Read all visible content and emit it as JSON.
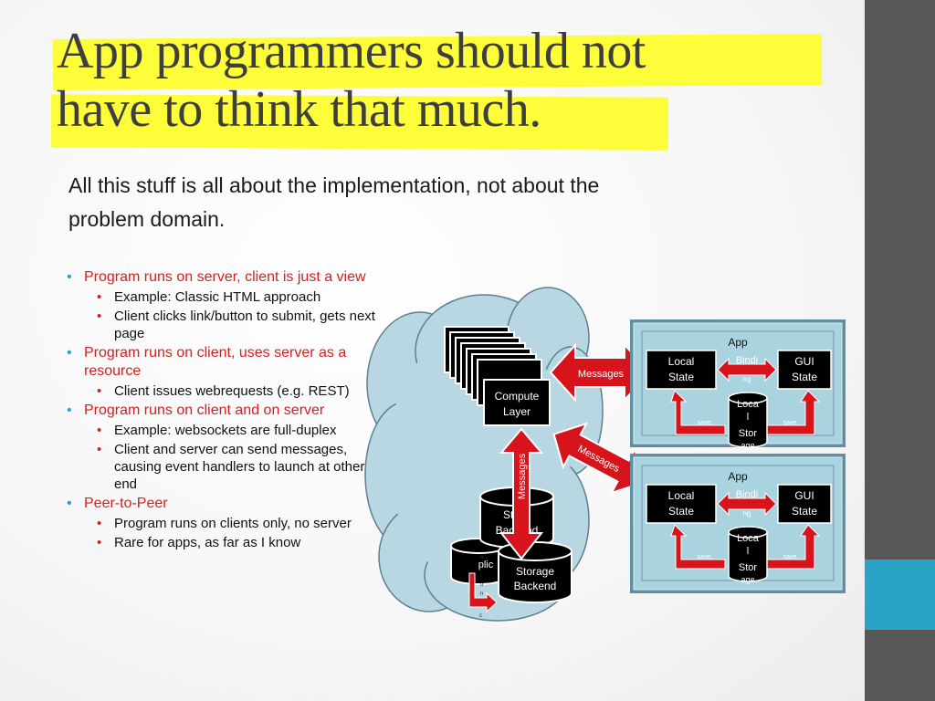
{
  "slide": {
    "title_line1": "App programmers should not",
    "title_line2": "have to think that much.",
    "subtitle_line1": "All this stuff is all about the implementation, not about the",
    "subtitle_line2": "problem domain."
  },
  "bullets": [
    {
      "level": 1,
      "text": "Program runs on server, client is just a view"
    },
    {
      "level": 2,
      "text": "Example: Classic HTML approach"
    },
    {
      "level": 2,
      "text": "Client clicks link/button to submit, gets next page"
    },
    {
      "level": 1,
      "text": "Program runs on client, uses server as a resource"
    },
    {
      "level": 2,
      "text": "Client issues webrequests (e.g. REST)"
    },
    {
      "level": 1,
      "text": "Program runs on client and on server"
    },
    {
      "level": 2,
      "text": "Example: websockets are full-duplex"
    },
    {
      "level": 2,
      "text": "Client and server can send messages, causing event handlers to launch at other end"
    },
    {
      "level": 1,
      "text": "Peer-to-Peer"
    },
    {
      "level": 2,
      "text": "Program runs on clients only, no server"
    },
    {
      "level": 2,
      "text": "Rare for apps, as far as I know"
    }
  ],
  "diagram": {
    "compute_line1": "Compute",
    "compute_line2": "Layer",
    "messages_label": "Messages",
    "storage_back_line1": "Sto",
    "storage_back_line2": "Backend",
    "storage_front_line1": "Storage",
    "storage_front_line2": "Backend",
    "replica_fragment": "plic",
    "replica_letters": [
      "a",
      "t",
      "i",
      "o",
      "n"
    ],
    "replica_trailing": "c",
    "apps": [
      {
        "title": "App",
        "local_state_1": "Local",
        "local_state_2": "State",
        "binding_1": "Bindi",
        "binding_2": "ng",
        "gui_state_1": "GUI",
        "gui_state_2": "State",
        "local_storage_1": "Loca",
        "local_storage_2": "l",
        "local_storage_3": "Stor",
        "local_storage_4": "age",
        "save_left": "save,",
        "save_right": "save,"
      },
      {
        "title": "App",
        "local_state_1": "Local",
        "local_state_2": "State",
        "binding_1": "Bindi",
        "binding_2": "ng",
        "gui_state_1": "GUI",
        "gui_state_2": "State",
        "local_storage_1": "Loca",
        "local_storage_2": "l",
        "local_storage_3": "Stor",
        "local_storage_4": "age",
        "save_left": "save,",
        "save_right": "save,"
      }
    ]
  },
  "colors": {
    "title": "#3e3e3e",
    "highlight": "#fdfd3a",
    "level1_text": "#d41f1f",
    "level1_bullet": "#2aa3c6",
    "level2_bullet": "#d41f1f",
    "side_bar": "#575757",
    "side_accent": "#2aa3c6",
    "cloud_fill": "#b8d7e2",
    "arrow_red": "#d7141c",
    "panel_fill": "#a9d3df"
  }
}
